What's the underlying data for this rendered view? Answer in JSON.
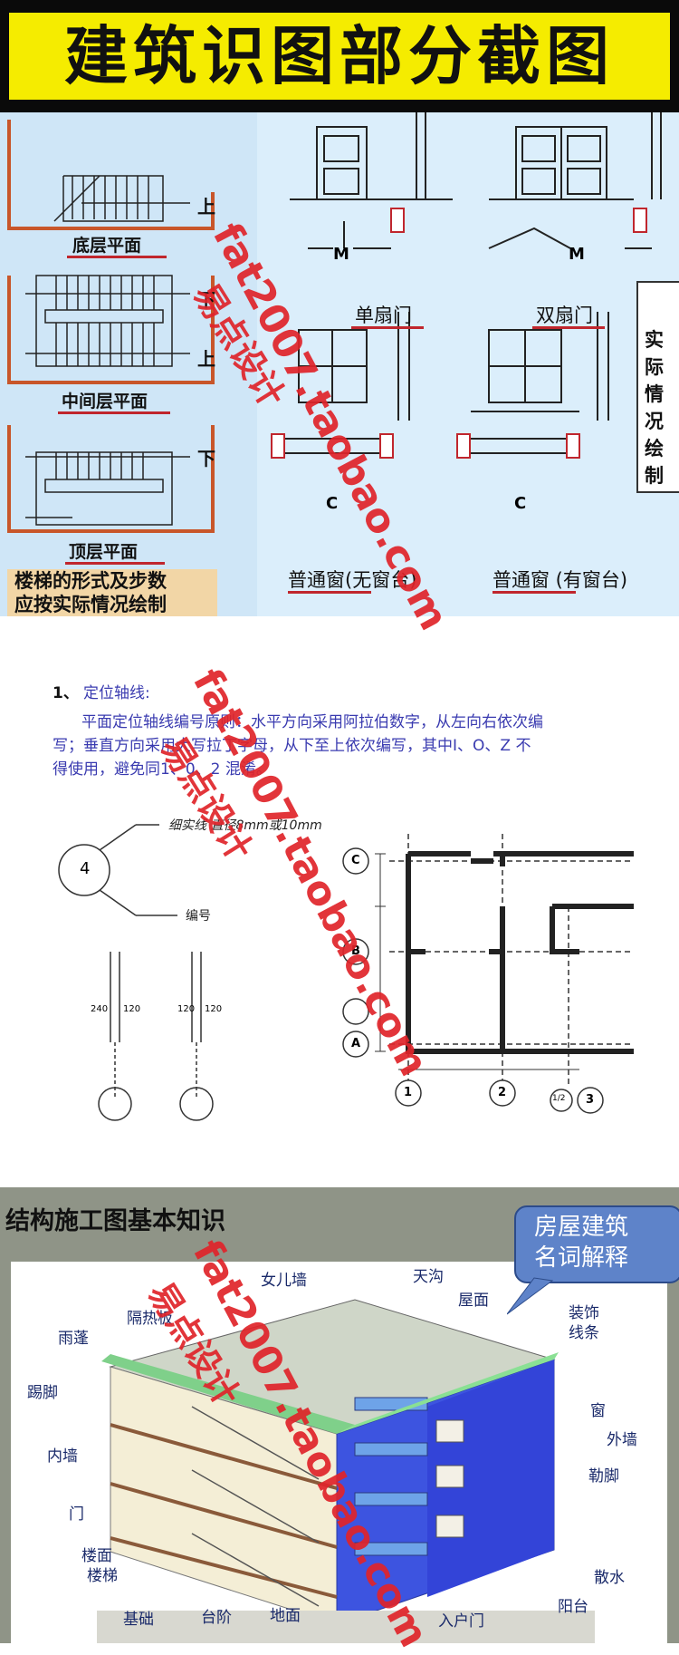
{
  "header": {
    "title": "建筑识图部分截图"
  },
  "stairs": {
    "bottom_label": "底层平面",
    "middle_label": "中间层平面",
    "top_label": "顶层平面",
    "up": "上",
    "down": "下",
    "note_line1": "楼梯的形式及步数",
    "note_line2": "应按实际情况绘制"
  },
  "doors": {
    "m_letter": "M",
    "single_label": "单扇门",
    "double_label": "双扇门",
    "c_letter": "C",
    "window_plain_label": "普通窗(无窗台)",
    "window_sill_label": "普通窗 (有窗台)",
    "side_note": "实际情况绘制"
  },
  "axis": {
    "heading_num": "1、",
    "heading": "定位轴线:",
    "para_line1": "平面定位轴线编号原则：水平方向采用阿拉伯数字，从左向右依次编",
    "para_line2": "写；垂直方向采用大写拉丁字母，从下至上依次编写，其中I、O、Z 不",
    "para_line3": "得使用，避免同1、0、2 混淆。",
    "circle_num": "4",
    "thin_line": "细实线  直径8mm或10mm",
    "number_label": "编号",
    "dim_240": "240",
    "dim_120a": "120",
    "dim_120b": "120",
    "dim_120c": "120",
    "row_c": "C",
    "row_b": "B",
    "row_a": "A",
    "col_1": "1",
    "col_2": "2",
    "col_1_2": "1/2",
    "col_3": "3"
  },
  "building": {
    "section_title": "结构施工图基本知识",
    "callout_line1": "房屋建筑",
    "callout_line2": "名词解释",
    "labels": {
      "parapet": "女儿墙",
      "gutter": "天沟",
      "roof": "屋面",
      "insulation": "隔热板",
      "canopy": "雨蓬",
      "decor": "装饰",
      "decor2": "线条",
      "skirting": "踢脚",
      "window": "窗",
      "inner_wall": "内墙",
      "outer_wall": "外墙",
      "plinth": "勒脚",
      "door": "门",
      "floor": "楼面",
      "stairs": "楼梯",
      "apron": "散水",
      "foundation": "基础",
      "steps": "台阶",
      "ground": "地面",
      "entry_door": "入户门",
      "balcony": "阳台"
    }
  },
  "watermark": {
    "url": "fat2007.taobao.com",
    "shop": "易点设计"
  }
}
